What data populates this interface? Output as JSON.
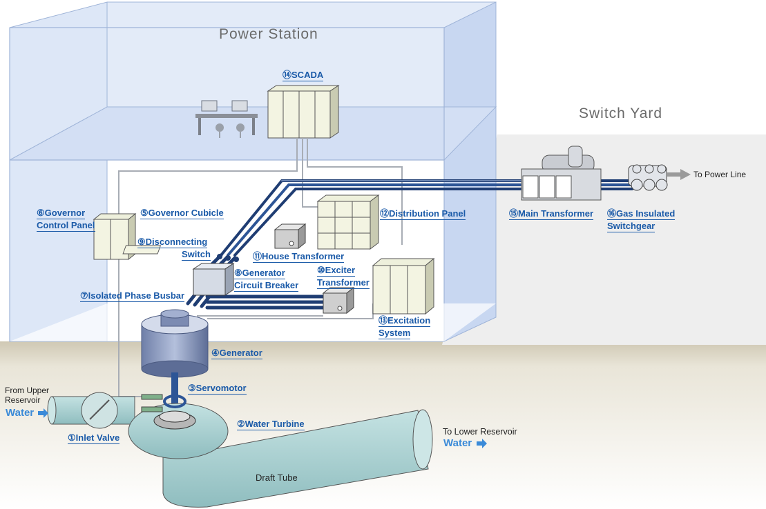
{
  "titles": {
    "station": "Power Station",
    "yard": "Switch Yard"
  },
  "labels": {
    "l1": {
      "num": "①",
      "text": "Inlet Valve"
    },
    "l2": {
      "num": "②",
      "text": "Water Turbine"
    },
    "l3": {
      "num": "③",
      "text": "Servomotor"
    },
    "l4": {
      "num": "④",
      "text": "Generator"
    },
    "l5": {
      "num": "⑤",
      "text": "Governor Cubicle"
    },
    "l6": {
      "num": "⑥",
      "line1": "Governor",
      "line2": "Control Panel"
    },
    "l7": {
      "num": "⑦",
      "text": "Isolated Phase Busbar"
    },
    "l8": {
      "num": "⑧",
      "line1": "Generator",
      "line2": "Circuit Breaker"
    },
    "l9": {
      "num": "⑨",
      "line1": "Disconnecting",
      "line2": "Switch"
    },
    "l10": {
      "num": "⑩",
      "line1": "Exciter",
      "line2": "Transformer"
    },
    "l11": {
      "num": "⑪",
      "text": "House Transformer"
    },
    "l12": {
      "num": "⑫",
      "text": "Distribution Panel"
    },
    "l13": {
      "num": "⑬",
      "line1": "Excitation",
      "line2": "System"
    },
    "l14": {
      "num": "⑭",
      "text": "SCADA"
    },
    "l15": {
      "num": "⑮",
      "text": "Main Transformer"
    },
    "l16": {
      "num": "⑯",
      "line1": "Gas Insulated",
      "line2": "Switchgear"
    }
  },
  "flows": {
    "from_upper_line1": "From Upper",
    "from_upper_line2": "Reservoir",
    "water_in": "Water",
    "to_lower": "To Lower Reservoir",
    "water_out": "Water",
    "draft_tube": "Draft Tube",
    "power_line": "To Power Line"
  },
  "colors": {
    "label": "#1a5aa8",
    "water": "#3a8ad8",
    "busbar": "#1f3d73",
    "building": "#cfdcf3",
    "pipe": "#a9cfd0"
  }
}
